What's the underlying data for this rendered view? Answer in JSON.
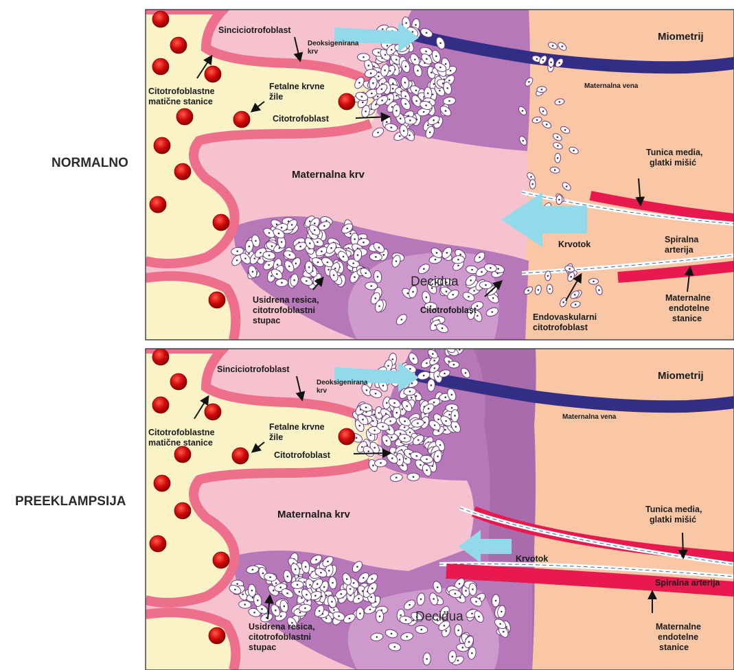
{
  "row_labels": {
    "normal": "NORMALNO",
    "preeclampsia": "PREEKLAMPSIJA"
  },
  "panel_normal": {
    "sinciciotrofoblast": "Sinciciotrofoblast",
    "deoks_1": "Deoksigenirana",
    "deoks_2": "krv",
    "miometrij": "Miometrij",
    "maternalna_vena": "Maternalna vena",
    "citotrofoblastne_1": "Citotrofoblastne",
    "citotrofoblastne_2": "matične stanice",
    "fetalne_1": "Fetalne krvne",
    "fetalne_2": "žile",
    "citotrofoblast": "Citotrofoblast",
    "tunica_1": "Tunica media,",
    "tunica_2": "glatki mišić",
    "maternalna_krv": "Maternalna krv",
    "krvotok": "Krvotok",
    "spiralna_1": "Spiralna",
    "spiralna_2": "arterija",
    "decidua": "Decidua",
    "citotrofoblast_2": "Citotrofoblast",
    "usidrena_1": "Usidrena resica,",
    "usidrena_2": "citotrofoblastni",
    "usidrena_3": "stupac",
    "endovask_1": "Endovaskularni",
    "endovask_2": "citotrofoblast",
    "endotelne_1": "Maternalne",
    "endotelne_2": "endotelne",
    "endotelne_3": "stanice"
  },
  "panel_pre": {
    "sinciciotrofoblast": "Sinciciotrofoblast",
    "deoks_1": "Deoksigenirana",
    "deoks_2": "krv",
    "miometrij": "Miometrij",
    "maternalna_vena": "Maternalna vena",
    "citotrofoblastne_1": "Citotrofoblastne",
    "citotrofoblastne_2": "matične stanice",
    "fetalne_1": "Fetalne krvne",
    "fetalne_2": "žile",
    "citotrofoblast": "Citotrofoblast",
    "tunica_1": "Tunica media,",
    "tunica_2": "glatki mišić",
    "maternalna_krv": "Maternalna krv",
    "krvotok": "Krvotok",
    "spiralna": "Spiralna arterija",
    "decidua": "Decidua",
    "usidrena_1": "Usidrena resica,",
    "usidrena_2": "citotrofoblastni",
    "usidrena_3": "stupac",
    "endotelne_1": "Maternalne",
    "endotelne_2": "endotelne",
    "endotelne_3": "stanice"
  },
  "colors": {
    "yellow_villus": "#fbf3c8",
    "syncytium": "#ee6f8c",
    "maternal_blood": "#f6c2cf",
    "decidua": "#b678b8",
    "decidua_light": "#d9a8d6",
    "myometrium": "#f9c7a5",
    "vein": "#322e86",
    "artery_muscle": "#e8194f",
    "flow_arrow": "#92d9ea",
    "fetal_vessel": "#cc0000"
  }
}
